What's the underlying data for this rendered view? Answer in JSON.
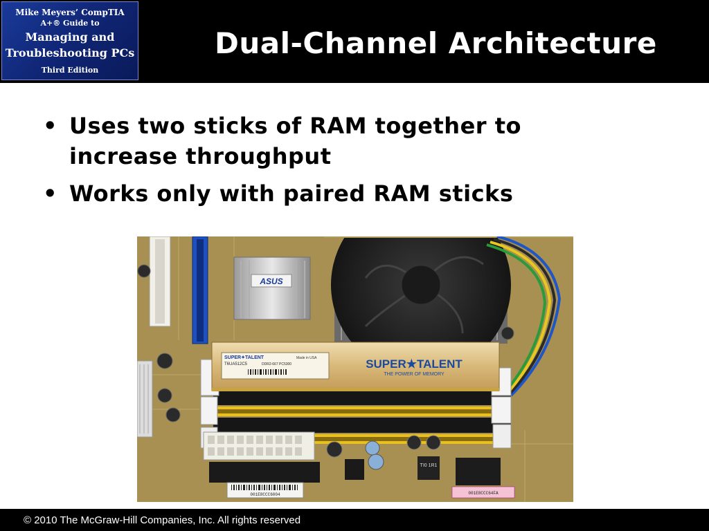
{
  "book": {
    "line1": "Mike Meyers’ CompTIA",
    "line2": "A+® Guide to",
    "line3": "Managing and",
    "line4": "Troubleshooting PCs",
    "line5": "Third Edition"
  },
  "slide": {
    "title": "Dual-Channel Architecture",
    "bullets": [
      "Uses two sticks of RAM together to increase throughput",
      "Works only with paired RAM sticks"
    ]
  },
  "photo": {
    "brand_label": "ASUS",
    "ram_brand": "SUPER★TALENT",
    "ram_tagline": "THE POWER OF MEMORY",
    "ram_sticker_brand": "SUPER✦TALENT",
    "ram_sticker_model": "T6UA512C5",
    "ram_sticker_spec": "DDR2-667 PC5300",
    "ram_sticker_origin": "Made in USA",
    "barcode_left": "001E8CCC6004",
    "barcode_right": "001E8CCC64FA",
    "chip_label": "TI0 1R1"
  },
  "footer": {
    "copyright": "© 2010 The McGraw-Hill Companies, Inc. All rights reserved"
  },
  "colors": {
    "header_bg": "#000000",
    "book_blue": "#0f2472",
    "ram_gold": "#d8b878",
    "ram_blue_text": "#1a4aa0",
    "board_tan": "#b8a060",
    "slot_blue": "#1e50c0"
  }
}
